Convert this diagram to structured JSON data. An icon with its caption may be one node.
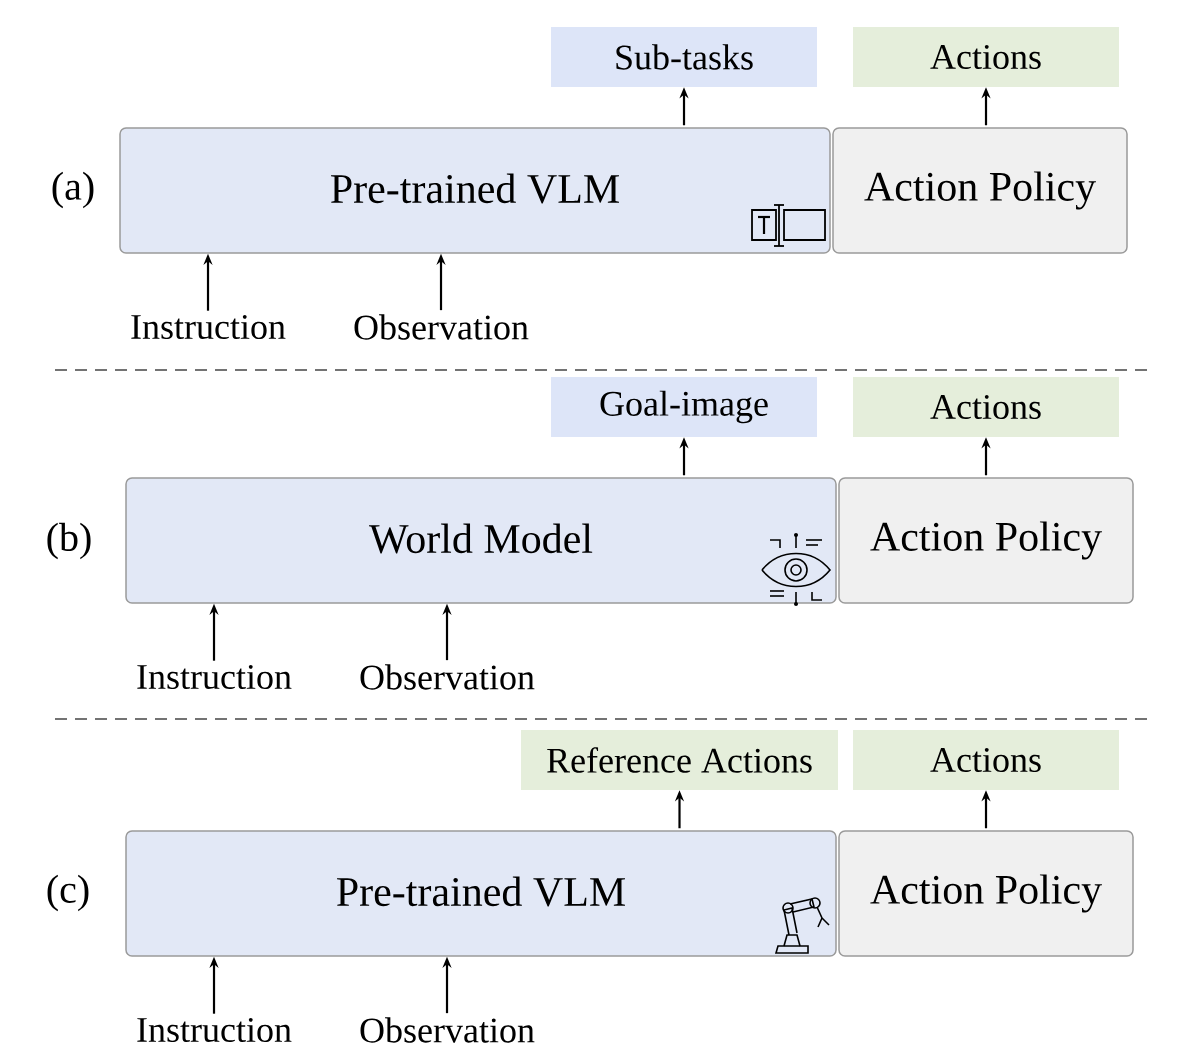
{
  "diagram": {
    "nodes": [
      {
        "text": [
          "Sub-tasks"
        ]
      },
      {
        "text": [
          "Actions"
        ]
      },
      {
        "text": [
          "Pre-trained VLM"
        ]
      },
      {
        "text": [
          "Action Policy"
        ]
      },
      {
        "text": [
          "Instruction"
        ]
      },
      {
        "text": [
          "Observation"
        ]
      },
      {
        "text": [
          "Goal-image"
        ]
      },
      {
        "text": [
          "Actions"
        ]
      },
      {
        "text": [
          "World Model"
        ]
      },
      {
        "text": [
          "Action Policy"
        ]
      },
      {
        "text": [
          "Instruction"
        ]
      },
      {
        "text": [
          "Observation"
        ]
      },
      {
        "text": [
          "Reference Actions"
        ]
      },
      {
        "text": [
          "Actions"
        ]
      },
      {
        "text": [
          "Pre-trained VLM"
        ]
      },
      {
        "text": [
          "Action Policy"
        ]
      },
      {
        "text": [
          "Instruction"
        ]
      },
      {
        "text": [
          "Observation"
        ]
      }
    ],
    "edges": [
      {
        "from": 4,
        "to": 2,
        "arrow": "to"
      },
      {
        "from": 5,
        "to": 2,
        "arrow": "to"
      },
      {
        "from": 2,
        "to": 0,
        "arrow": "to"
      },
      {
        "from": 3,
        "to": 1,
        "arrow": "to"
      },
      {
        "from": 10,
        "to": 8,
        "arrow": "to"
      },
      {
        "from": 11,
        "to": 8,
        "arrow": "to"
      },
      {
        "from": 8,
        "to": 6,
        "arrow": "to"
      },
      {
        "from": 9,
        "to": 7,
        "arrow": "to"
      },
      {
        "from": 16,
        "to": 14,
        "arrow": "to"
      },
      {
        "from": 17,
        "to": 14,
        "arrow": "to"
      },
      {
        "from": 14,
        "to": 12,
        "arrow": "to"
      },
      {
        "from": 15,
        "to": 13,
        "arrow": "to"
      }
    ],
    "labels": [
      "(a)",
      "(b)",
      "(c)"
    ]
  }
}
